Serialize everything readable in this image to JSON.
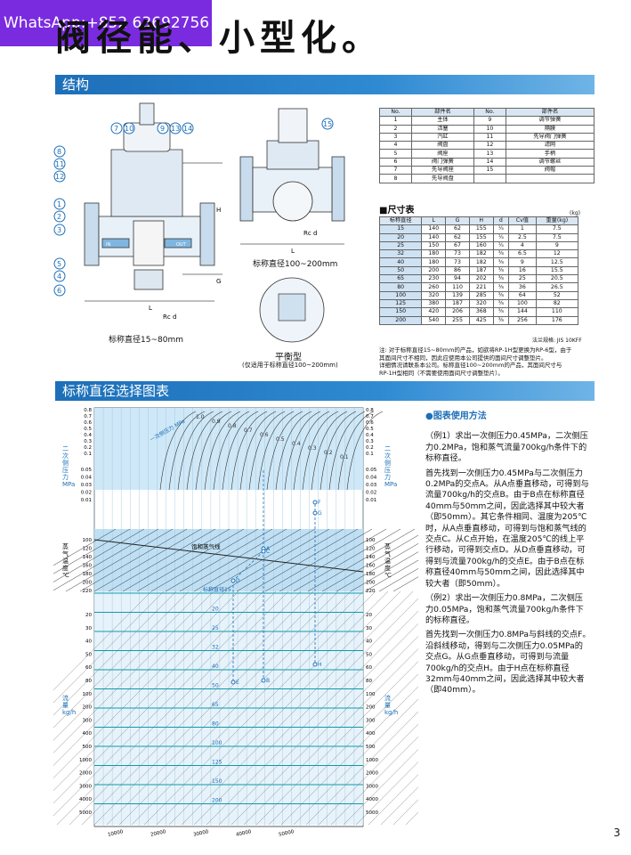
{
  "watermark": "WhatsApp:+852 63692756",
  "headline": "阀径能、小型化。",
  "sections": {
    "structure": "结构",
    "chart": "标称直径选择图表"
  },
  "parts_table": {
    "headers": [
      "No.",
      "部件名",
      "No.",
      "部件名"
    ],
    "rows": [
      [
        "1",
        "主体",
        "9",
        "调节弹簧"
      ],
      [
        "2",
        "活塞",
        "10",
        "隔膜"
      ],
      [
        "3",
        "汽缸",
        "11",
        "先导阀门弹簧"
      ],
      [
        "4",
        "阀盘",
        "12",
        "滤网"
      ],
      [
        "5",
        "阀座",
        "13",
        "手柄"
      ],
      [
        "6",
        "阀门弹簧",
        "14",
        "调节螺丝"
      ],
      [
        "7",
        "先导阀座",
        "15",
        "阀帽"
      ],
      [
        "8",
        "先导阀盘",
        "",
        ""
      ]
    ]
  },
  "dim_table": {
    "title": "■尺寸表",
    "unit": "(kg)",
    "headers": [
      "标称直径",
      "L",
      "G",
      "H",
      "d",
      "Cv值",
      "重量(kg)"
    ],
    "rows": [
      [
        "15",
        "140",
        "62",
        "155",
        "¼",
        "1",
        "7.5"
      ],
      [
        "20",
        "140",
        "62",
        "155",
        "¼",
        "2.5",
        "7.5"
      ],
      [
        "25",
        "150",
        "67",
        "160",
        "¼",
        "4",
        "9"
      ],
      [
        "32",
        "180",
        "73",
        "182",
        "⅜",
        "6.5",
        "12"
      ],
      [
        "40",
        "180",
        "73",
        "182",
        "⅜",
        "9",
        "12.5"
      ],
      [
        "50",
        "200",
        "86",
        "187",
        "⅜",
        "16",
        "15.5"
      ],
      [
        "65",
        "230",
        "94",
        "202",
        "⅜",
        "25",
        "20.5"
      ],
      [
        "80",
        "260",
        "110",
        "221",
        "⅜",
        "36",
        "26.5"
      ],
      [
        "100",
        "320",
        "139",
        "285",
        "⅜",
        "64",
        "52"
      ],
      [
        "125",
        "380",
        "187",
        "320",
        "⅜",
        "100",
        "82"
      ],
      [
        "150",
        "420",
        "206",
        "368",
        "⅜",
        "144",
        "110"
      ],
      [
        "200",
        "540",
        "255",
        "425",
        "⅜",
        "256",
        "176"
      ]
    ],
    "footnote": "法兰规格: JIS 10KFF"
  },
  "note": "注: 对于标称直径15~80mm的产品，如欲将RP-1H型更换为RP-6型，由于\n其面间尺寸不相同，因此应使用本公司提供的面间尺寸调整垫片。\n详细情况请联系本公司。标称直径100~200mm的产品，其面间尺寸与\nRP-1H型相同（不需要使用面间尺寸调整垫片）。",
  "drawings": {
    "left_caption": "标称直径15~80mm",
    "right_caption": "标称直径100~200mm",
    "balance_title": "平衡型",
    "balance_caption": "(仅适用于标称直径100~200mm)",
    "callouts_left": [
      "8",
      "11",
      "12",
      "1",
      "2",
      "3",
      "5",
      "4",
      "6"
    ],
    "callouts_top": [
      "7",
      "10",
      "9",
      "13",
      "14"
    ],
    "callout_right": "15",
    "dim_labels": {
      "H": "H",
      "G": "G",
      "L": "L",
      "rc": "Rc d",
      "in": "IN",
      "out": "OUT"
    }
  },
  "chart": {
    "left_top_ticks": [
      "0.8",
      "0.7",
      "0.6",
      "0.5",
      "0.4",
      "0.3",
      "0.2",
      "0.1",
      "0.05",
      "0.04",
      "0.03",
      "0.02",
      "0.01"
    ],
    "left_temp_ticks": [
      "100",
      "120",
      "140",
      "160",
      "180",
      "200",
      "220"
    ],
    "left_flow_ticks": [
      "20",
      "30",
      "40",
      "50",
      "60",
      "80",
      "100",
      "200",
      "300",
      "400",
      "500",
      "1000",
      "2000",
      "3000",
      "4000",
      "5000"
    ],
    "right_top_ticks": [
      "0.8",
      "0.7",
      "0.6",
      "0.5",
      "0.4",
      "0.3",
      "0.2",
      "0.1",
      "0.05",
      "0.04",
      "0.03",
      "0.02",
      "0.01"
    ],
    "right_temp_ticks": [
      "100",
      "120",
      "140",
      "160",
      "180",
      "200",
      "220"
    ],
    "right_flow_ticks": [
      "20",
      "30",
      "40",
      "50",
      "60",
      "80",
      "100",
      "200",
      "300",
      "400",
      "500",
      "1000",
      "2000",
      "3000",
      "4000",
      "5000"
    ],
    "bottom_ticks": [
      "10000",
      "20000",
      "30000",
      "40000",
      "50000"
    ],
    "axis_labels": {
      "secondary_pressure": "二次侧压力 MPa",
      "steam_temp": "蒸气温度 ℃",
      "flow": "流量 kg/h",
      "primary_pressure": "一次侧压力 MPa",
      "saturated": "饱和蒸气线"
    },
    "primary_pressure_labels": [
      "1.0",
      "0.9",
      "0.8",
      "0.7",
      "0.6",
      "0.5",
      "0.4",
      "0.3",
      "0.2",
      "0.1"
    ],
    "size_labels": [
      "标称直径15",
      "20",
      "25",
      "32",
      "40",
      "50",
      "65",
      "80",
      "100",
      "125",
      "150",
      "200"
    ],
    "points": [
      "A",
      "B",
      "C",
      "D",
      "E",
      "F",
      "G",
      "H"
    ]
  },
  "howto": {
    "title": "●图表使用方法",
    "ex1_title": "（例1）求出一次侧压力0.45MPa，二次侧压力0.2MPa，饱和蒸气流量700kg/h条件下的标称直径。",
    "ex1_body": "首先找到一次侧压力0.45MPa与二次侧压力0.2MPa的交点A。从A点垂直移动，可得到与流量700kg/h的交点B。由于B点在标称直径40mm与50mm之间，因此选择其中较大者（即50mm）。其它条件相同、温度为205℃时，从A点垂直移动，可得到与饱和蒸气线的交点C。从C点开始，在温度205℃的线上平行移动，可得到交点D。从D点垂直移动，可得到与流量700kg/h的交点E。由于B点在标称直径40mm与50mm之间，因此选择其中较大者（即50mm）。",
    "ex2_title": "（例2）求出一次侧压力0.8MPa，二次侧压力0.05MPa，饱和蒸气流量700kg/h条件下的标称直径。",
    "ex2_body": "首先找到一次侧压力0.8MPa与斜线的交点F。沿斜线移动，得到与二次侧压力0.05MPa的交点G。从G点垂直移动，可得到与流量700kg/h的交点H。由于H点在标称直径32mm与40mm之间，因此选择其中较大者（即40mm）。"
  },
  "page_number": "3",
  "colors": {
    "accent": "#1d6fb8",
    "chart_band": "#bfe0f4",
    "teal": "#0f9aa8"
  }
}
